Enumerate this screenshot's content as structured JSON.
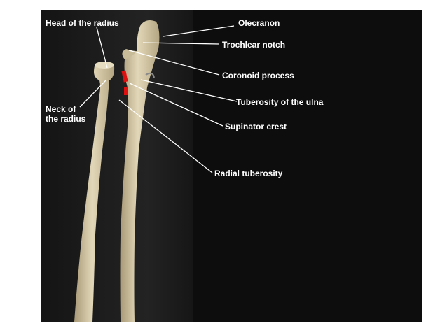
{
  "labels": {
    "head_of_radius": "Head of the radius",
    "olecranon": "Olecranon",
    "trochlear_notch": "Trochlear notch",
    "coronoid_process": "Coronoid process",
    "tuberosity_of_ulna": "Tuberosity of the ulna",
    "neck_line1": "Neck of",
    "neck_line2": "the radius",
    "supinator_crest": "Supinator crest",
    "radial_tuberosity": "Radial tuberosity"
  },
  "colors": {
    "bone": "#d8ccaa",
    "marker": "#e01010",
    "background": "#0d0d0d"
  }
}
